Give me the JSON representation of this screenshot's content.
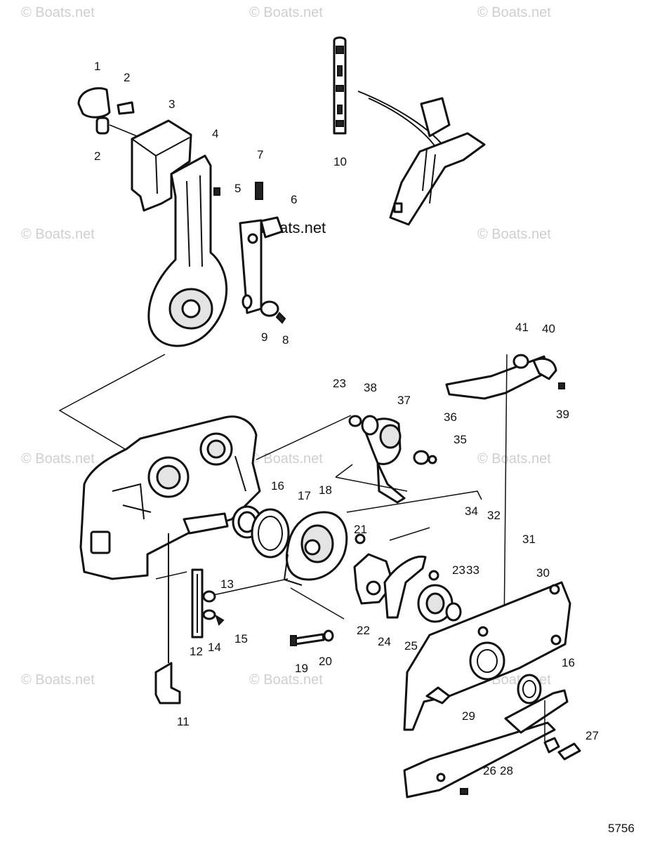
{
  "watermark": "© Boats.net",
  "watermark_inline": "©Boats.net",
  "drawing_number": "5756",
  "callouts": [
    "1",
    "2",
    "2",
    "3",
    "4",
    "5",
    "6",
    "7",
    "8",
    "9",
    "10",
    "11",
    "12",
    "13",
    "14",
    "15",
    "16",
    "16",
    "17",
    "18",
    "19",
    "20",
    "21",
    "22",
    "23",
    "23",
    "24",
    "25",
    "26",
    "27",
    "28",
    "29",
    "30",
    "31",
    "32",
    "33",
    "34",
    "35",
    "36",
    "37",
    "38",
    "39",
    "40",
    "41"
  ]
}
